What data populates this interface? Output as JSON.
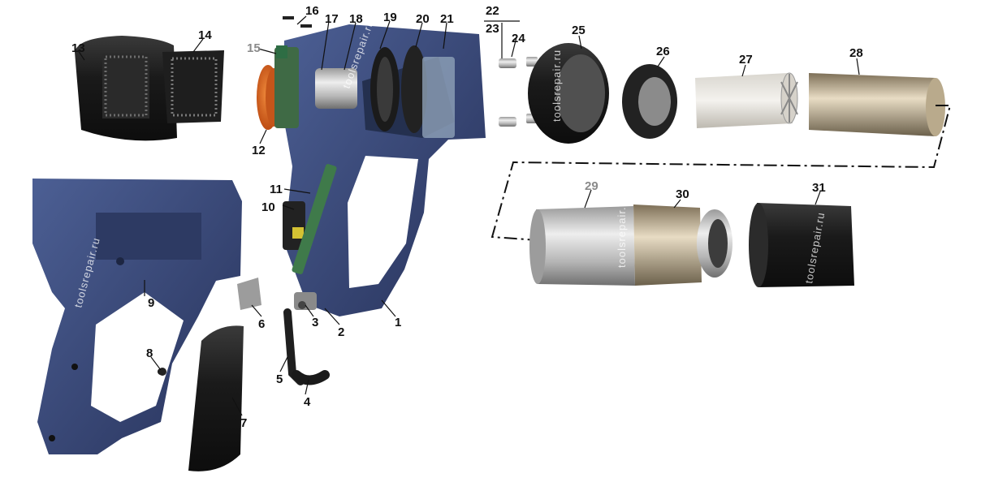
{
  "diagram": {
    "watermark": "toolsrepair.ru",
    "colors": {
      "housing": "#3a4a78",
      "housing_dark": "#1f2a4a",
      "knob_orange": "#e2661d",
      "metal": "#c9c9c9",
      "black": "#1c1c1c"
    },
    "labels": {
      "p1": "1",
      "p2": "2",
      "p3": "3",
      "p4": "4",
      "p5": "5",
      "p6": "6",
      "p7": "7",
      "p8": "8",
      "p9": "9",
      "p10": "10",
      "p11": "11",
      "p12": "12",
      "p13": "13",
      "p14": "14",
      "p15": "15",
      "p16": "16",
      "p17": "17",
      "p18": "18",
      "p19": "19",
      "p20": "20",
      "p21": "21",
      "p22": "22",
      "p23": "23",
      "p24": "24",
      "p25": "25",
      "p26": "26",
      "p27": "27",
      "p28": "28",
      "p29": "29",
      "p30": "30",
      "p31": "31"
    }
  }
}
